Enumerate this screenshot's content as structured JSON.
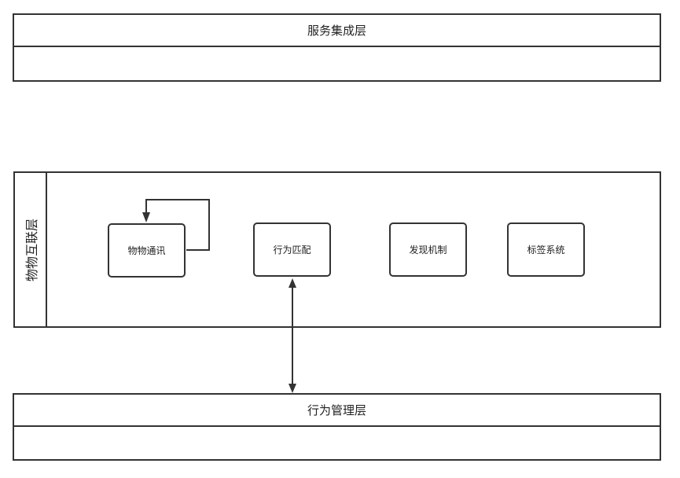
{
  "layers": {
    "top": {
      "title": "服务集成层"
    },
    "middle": {
      "title": "物物互联层"
    },
    "bottom": {
      "title": "行为管理层"
    }
  },
  "nodes": [
    {
      "label": "物物通讯"
    },
    {
      "label": "行为匹配"
    },
    {
      "label": "发现机制"
    },
    {
      "label": "标签系统"
    }
  ],
  "connectors": [
    {
      "from": "物物通讯",
      "to": "物物通讯",
      "kind": "self-loop"
    },
    {
      "from": "行为匹配",
      "to": "行为管理层",
      "kind": "bidirectional"
    }
  ]
}
